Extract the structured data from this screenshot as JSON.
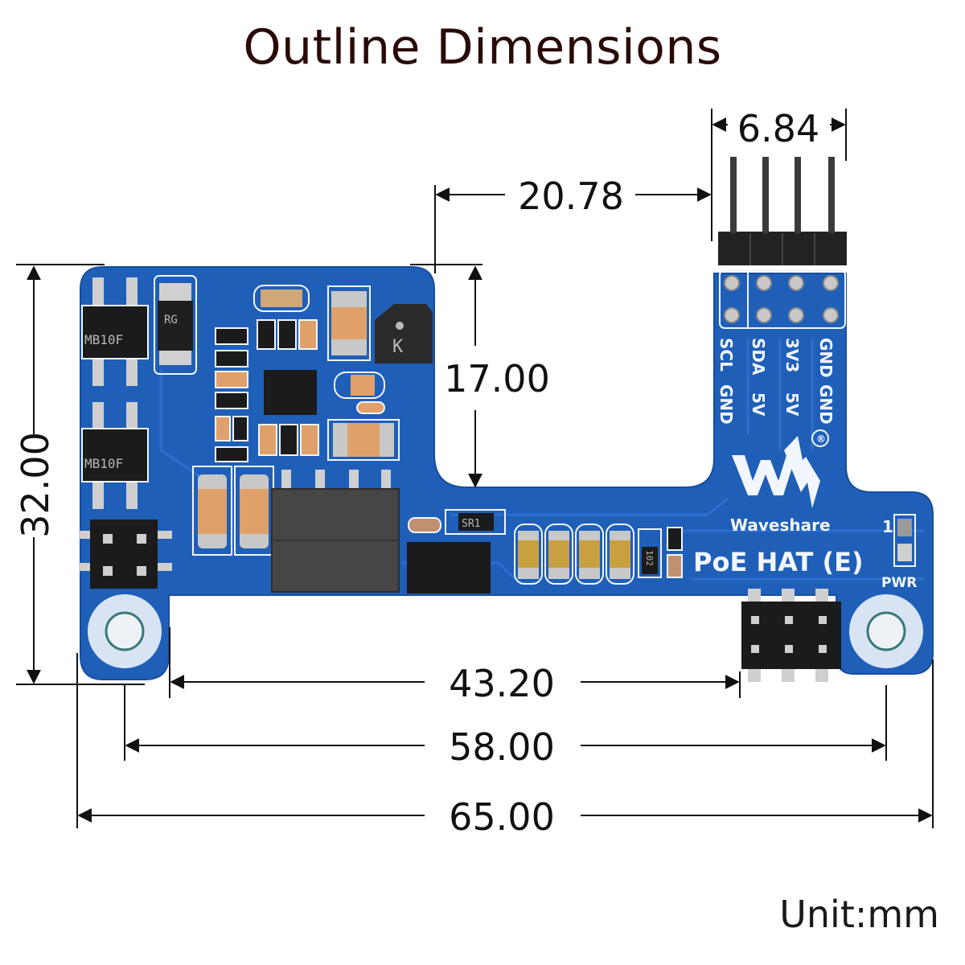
{
  "title": "Outline Dimensions",
  "unit_label": "Unit:mm",
  "colors": {
    "pcb_blue": "#1f5fb8",
    "pcb_trace": "#2a6fcf",
    "silkscreen": "#f2f6ff",
    "title_text": "#2a0a08",
    "dimension_line": "#111111",
    "capacitor_orange": "#e0a06a",
    "chip_black": "#1b1b1b",
    "mounting_hole_ring": "#d8e4f4"
  },
  "board": {
    "brand": "Waveshare",
    "product_name": "PoE HAT (E)",
    "power_led_label": "PWR",
    "led_marker": "1",
    "logo": "waveshare-logo-icon",
    "registered_mark": "®"
  },
  "header_pins": {
    "columns": [
      {
        "top": "SCL",
        "bottom": "GND"
      },
      {
        "top": "SDA",
        "bottom": "5V"
      },
      {
        "top": "3V3",
        "bottom": "5V"
      },
      {
        "top": "GND",
        "bottom": "GND"
      }
    ]
  },
  "components": {
    "bridge_rectifier_1": "MB10F",
    "bridge_rectifier_2": "MB10F",
    "diode": "RG",
    "inductor_marking": "K",
    "sense_resistor": "SR1",
    "resistor": "102"
  },
  "dimensions": {
    "header_pitch_width": "6.84",
    "notch_width": "20.78",
    "notch_depth": "17.00",
    "board_height": "32.00",
    "hole_to_connector": "43.20",
    "hole_spacing": "58.00",
    "board_width": "65.00"
  }
}
